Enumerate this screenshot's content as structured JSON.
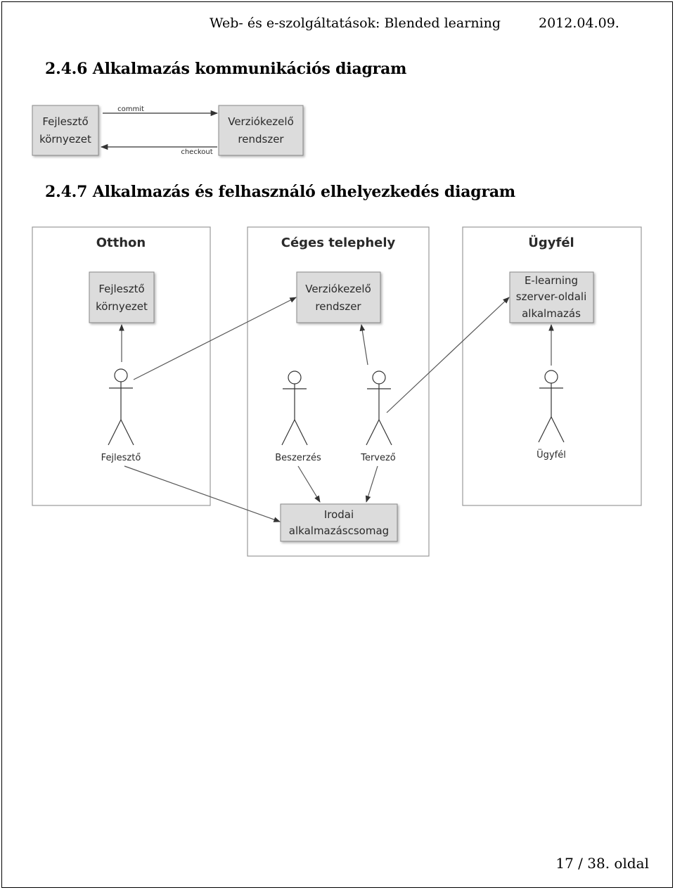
{
  "header": {
    "course": "Web- és e-szolgáltatások: Blended learning",
    "date": "2012.04.09."
  },
  "section_1": {
    "heading": "2.4.6 Alkalmazás kommunikációs diagram",
    "diagram": {
      "box_left": [
        "Fejlesztő",
        "környezet"
      ],
      "box_right": [
        "Verziókezelő",
        "rendszer"
      ],
      "arrow_commit": "commit",
      "arrow_checkout": "checkout"
    }
  },
  "section_2": {
    "heading": "2.4.7 Alkalmazás és felhasználó elhelyezkedés diagram",
    "diagram": {
      "zone_home": {
        "title": "Otthon",
        "component": [
          "Fejlesztő",
          "környezet"
        ],
        "actor": "Fejlesztő"
      },
      "zone_company": {
        "title": "Céges telephely",
        "component": [
          "Verziókezelő",
          "rendszer"
        ],
        "actor_1": "Beszerzés",
        "actor_2": "Tervező",
        "shared_component": [
          "Irodai",
          "alkalmazáscsomag"
        ]
      },
      "zone_client": {
        "title": "Ügyfél",
        "component": [
          "E-learning",
          "szerver-oldali",
          "alkalmazás"
        ],
        "actor": "Ügyfél"
      }
    }
  },
  "footer": {
    "page": "17 / 38. oldal"
  }
}
